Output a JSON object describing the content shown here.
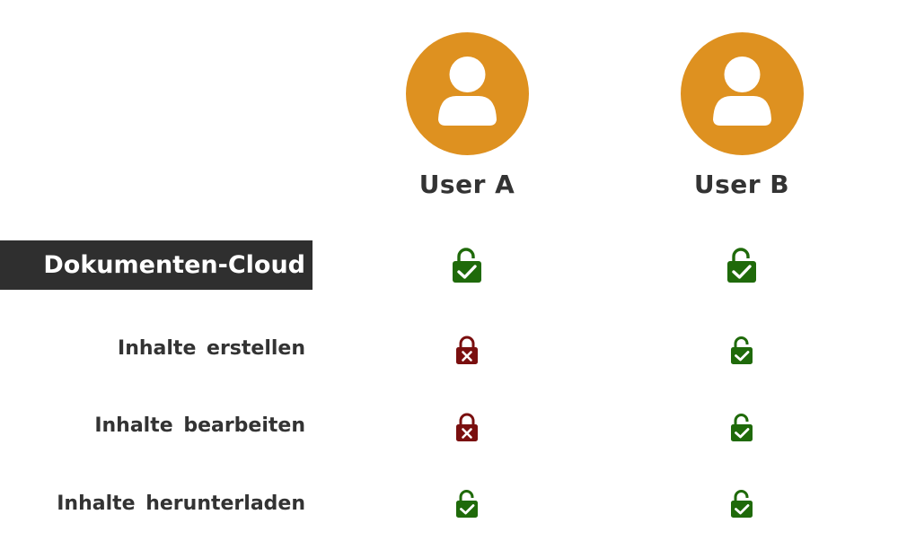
{
  "users": [
    {
      "name": "User A",
      "avatar_color": "#de9120"
    },
    {
      "name": "User B",
      "avatar_color": "#de9120"
    }
  ],
  "section": {
    "title": "Dokumenten-Cloud",
    "access": [
      {
        "user": "User A",
        "status": "granted",
        "icon": "lock-open-check-icon"
      },
      {
        "user": "User B",
        "status": "granted",
        "icon": "lock-open-check-icon"
      }
    ]
  },
  "permissions": [
    {
      "label": "Inhalte erstellen",
      "user_a": "denied",
      "user_b": "granted"
    },
    {
      "label": "Inhalte bearbeiten",
      "user_a": "denied",
      "user_b": "granted"
    },
    {
      "label": "Inhalte herunterladen",
      "user_a": "granted",
      "user_b": "granted"
    }
  ],
  "colors": {
    "granted": "#1f6a0a",
    "denied": "#7a0f0f",
    "header_bg": "#2f2f2f",
    "avatar": "#de9120"
  }
}
